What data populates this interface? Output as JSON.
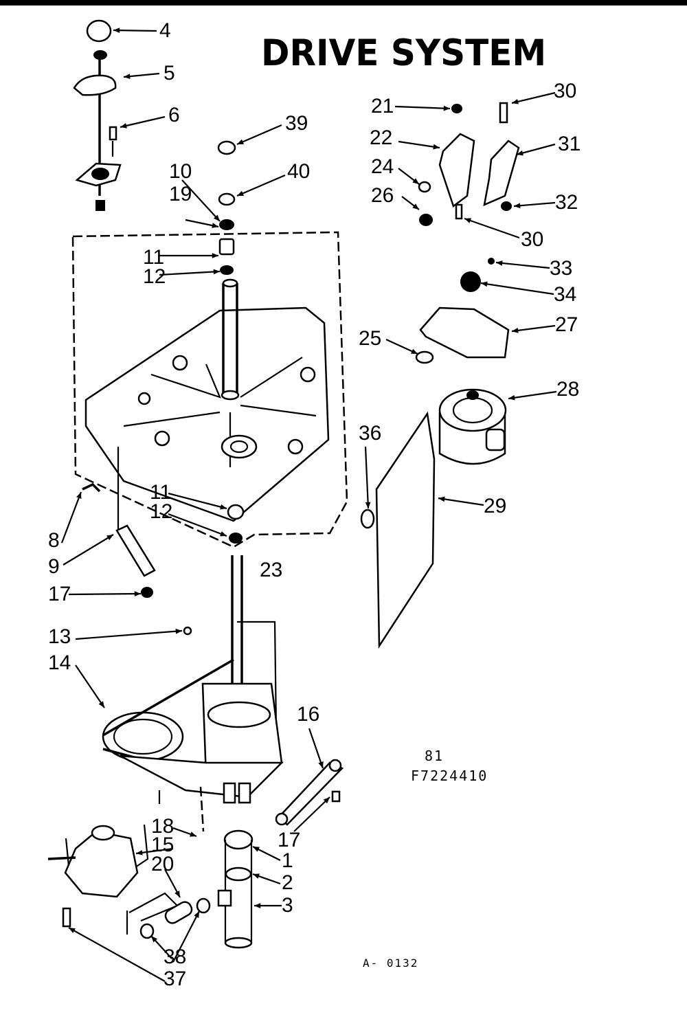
{
  "title": "DRIVE SYSTEM",
  "model_code_line1": "81",
  "model_code_line2": "F7224410",
  "figure_code": "A- 0132",
  "callouts": [
    {
      "id": "c4",
      "text": "4"
    },
    {
      "id": "c5",
      "text": "5"
    },
    {
      "id": "c6",
      "text": "6"
    },
    {
      "id": "c39",
      "text": "39"
    },
    {
      "id": "c10",
      "text": "10"
    },
    {
      "id": "c19",
      "text": "19"
    },
    {
      "id": "c40",
      "text": "40"
    },
    {
      "id": "c11a",
      "text": "11"
    },
    {
      "id": "c12a",
      "text": "12"
    },
    {
      "id": "c21",
      "text": "21"
    },
    {
      "id": "c30a",
      "text": "30"
    },
    {
      "id": "c22",
      "text": "22"
    },
    {
      "id": "c31",
      "text": "31"
    },
    {
      "id": "c24",
      "text": "24"
    },
    {
      "id": "c26",
      "text": "26"
    },
    {
      "id": "c32",
      "text": "32"
    },
    {
      "id": "c30b",
      "text": "30"
    },
    {
      "id": "c33",
      "text": "33"
    },
    {
      "id": "c34",
      "text": "34"
    },
    {
      "id": "c27",
      "text": "27"
    },
    {
      "id": "c25",
      "text": "25"
    },
    {
      "id": "c28",
      "text": "28"
    },
    {
      "id": "c36",
      "text": "36"
    },
    {
      "id": "c29",
      "text": "29"
    },
    {
      "id": "c11b",
      "text": "11"
    },
    {
      "id": "c12b",
      "text": "12"
    },
    {
      "id": "c8",
      "text": "8"
    },
    {
      "id": "c9",
      "text": "9"
    },
    {
      "id": "c23",
      "text": "23"
    },
    {
      "id": "c17a",
      "text": "17"
    },
    {
      "id": "c13",
      "text": "13"
    },
    {
      "id": "c14",
      "text": "14"
    },
    {
      "id": "c16",
      "text": "16"
    },
    {
      "id": "c17b",
      "text": "17"
    },
    {
      "id": "c18",
      "text": "18"
    },
    {
      "id": "c15",
      "text": "15"
    },
    {
      "id": "c20",
      "text": "20"
    },
    {
      "id": "c1",
      "text": "1"
    },
    {
      "id": "c2",
      "text": "2"
    },
    {
      "id": "c3",
      "text": "3"
    },
    {
      "id": "c38",
      "text": "38"
    },
    {
      "id": "c37",
      "text": "37"
    }
  ]
}
